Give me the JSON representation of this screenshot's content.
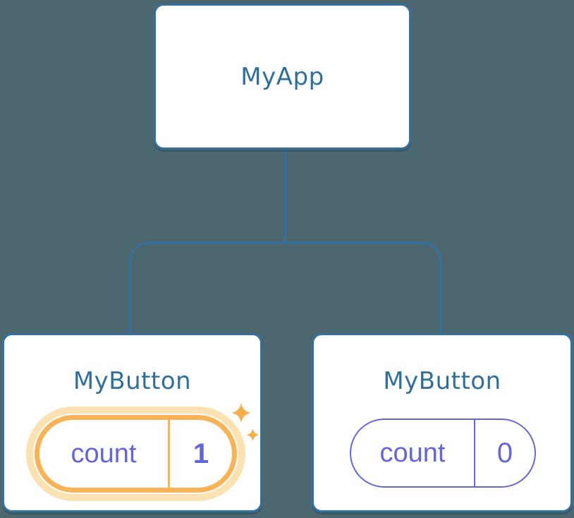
{
  "colors": {
    "background": "#4d6771",
    "node_border": "#35719f",
    "node_title": "#2f6f99",
    "state_purple": "#6466d8",
    "highlight_orange": "#f7b355",
    "highlight_halo": "#fbe2b3",
    "sparkle": "#f6ae4b"
  },
  "tree": {
    "root": {
      "label": "MyApp"
    },
    "children": [
      {
        "label": "MyButton",
        "state": {
          "name": "count",
          "value": "1"
        },
        "highlighted": true
      },
      {
        "label": "MyButton",
        "state": {
          "name": "count",
          "value": "0"
        },
        "highlighted": false
      }
    ]
  }
}
